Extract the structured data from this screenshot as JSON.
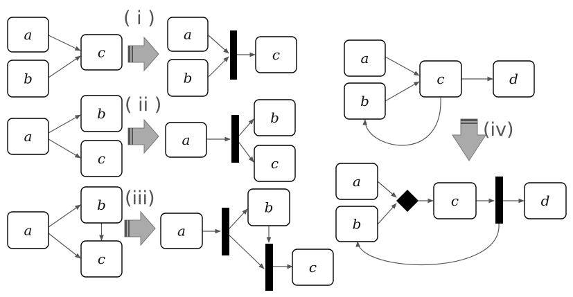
{
  "labels": {
    "a": "a",
    "b": "b",
    "c": "c",
    "d": "d"
  },
  "steps": {
    "i": "( i )",
    "ii": "( ii )",
    "iii": "(iii)",
    "iv": "(iv)"
  },
  "colors": {
    "edge": "#555555",
    "node_border": "#000000",
    "bar": "#000000",
    "transform_arrow": "#aaaaaa",
    "step_label": "#555555"
  }
}
